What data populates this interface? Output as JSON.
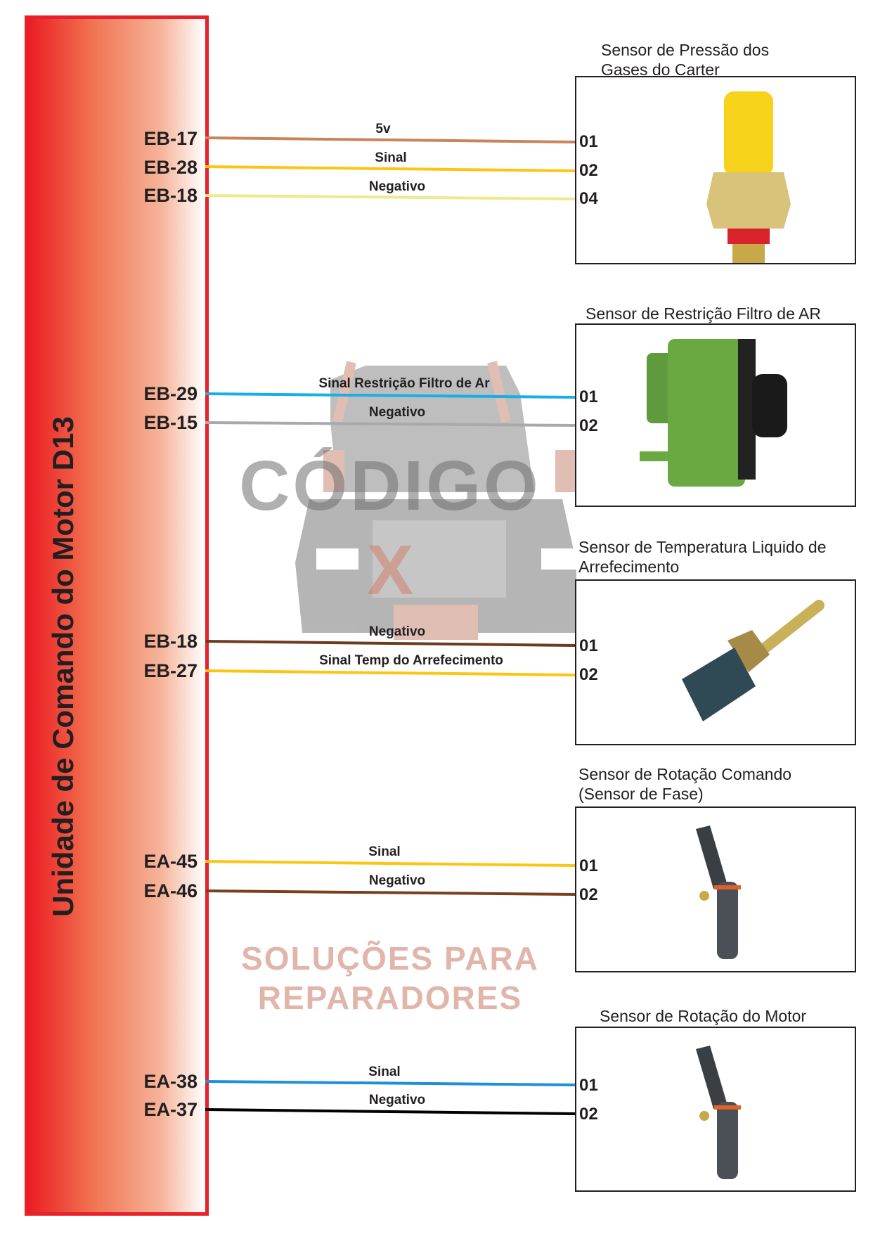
{
  "ecu": {
    "title": "Unidade de Comando do Motor D13"
  },
  "watermark": {
    "brand": "CÓDIGO",
    "mark": "X",
    "tagline": "SOLUÇÕES PARA REPARADORES"
  },
  "sensors": [
    {
      "title_lines": [
        "Sensor de Pressão dos",
        "Gases do Carter"
      ],
      "wires": [
        {
          "ecu_pin": "EB-17",
          "label": "5v",
          "sensor_pin": "01",
          "color": "#c8845a"
        },
        {
          "ecu_pin": "EB-28",
          "label": "Sinal",
          "sensor_pin": "02",
          "color": "#fdc512"
        },
        {
          "ecu_pin": "EB-18",
          "label": "Negativo",
          "sensor_pin": "04",
          "color": "#efe98a"
        }
      ]
    },
    {
      "title_lines": [
        "Sensor de Restrição Filtro de AR"
      ],
      "wires": [
        {
          "ecu_pin": "EB-29",
          "label": "Sinal Restrição Filtro de Ar",
          "sensor_pin": "01",
          "color": "#19aee6"
        },
        {
          "ecu_pin": "EB-15",
          "label": "Negativo",
          "sensor_pin": "02",
          "color": "#a7a9ac"
        }
      ]
    },
    {
      "title_lines": [
        "Sensor de Temperatura Liquido de",
        "Arrefecimento"
      ],
      "wires": [
        {
          "ecu_pin": "EB-18",
          "label": "Negativo",
          "sensor_pin": "01",
          "color": "#6b3a1f"
        },
        {
          "ecu_pin": "EB-27",
          "label": "Sinal Temp do Arrefecimento",
          "sensor_pin": "02",
          "color": "#fdc512"
        }
      ]
    },
    {
      "title_lines": [
        "Sensor de Rotação Comando",
        "(Sensor de Fase)"
      ],
      "wires": [
        {
          "ecu_pin": "EA-45",
          "label": "Sinal",
          "sensor_pin": "01",
          "color": "#fdc512"
        },
        {
          "ecu_pin": "EA-46",
          "label": "Negativo",
          "sensor_pin": "02",
          "color": "#7a3f1c"
        }
      ]
    },
    {
      "title_lines": [
        "Sensor de Rotação do Motor"
      ],
      "wires": [
        {
          "ecu_pin": "EA-38",
          "label": "Sinal",
          "sensor_pin": "01",
          "color": "#1e90d6"
        },
        {
          "ecu_pin": "EA-37",
          "label": "Negativo",
          "sensor_pin": "02",
          "color": "#000000"
        }
      ]
    }
  ]
}
